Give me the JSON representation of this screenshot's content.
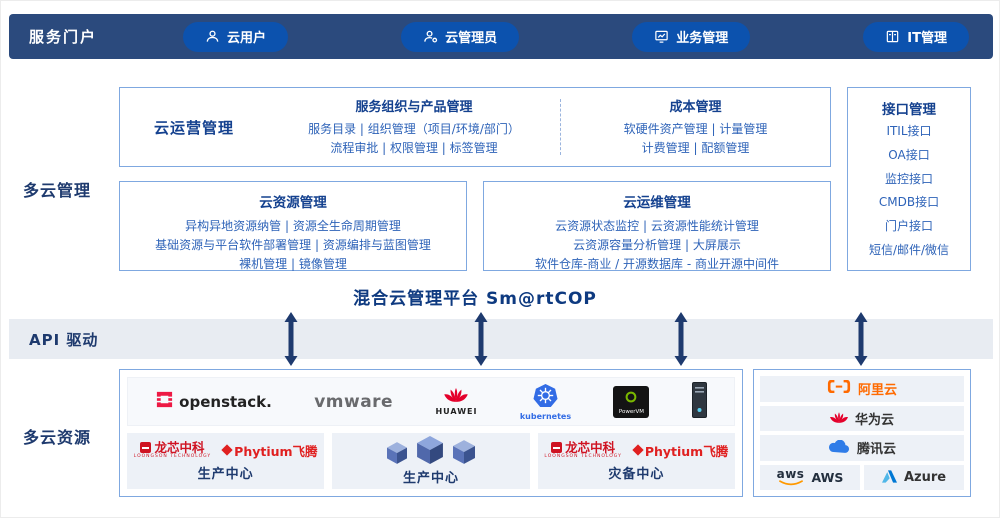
{
  "portal": {
    "label": "服务门户",
    "buttons": [
      {
        "label": "云用户",
        "icon": "user-icon"
      },
      {
        "label": "云管理员",
        "icon": "admin-user-icon"
      },
      {
        "label": "业务管理",
        "icon": "business-monitor-icon"
      },
      {
        "label": "IT管理",
        "icon": "it-book-icon"
      }
    ]
  },
  "mgmt": {
    "label": "多云管理",
    "operations": {
      "title": "云运营管理",
      "service_section": {
        "title": "服务组织与产品管理",
        "lines": [
          "服务目录 | 组织管理（项目/环境/部门）",
          "流程审批 | 权限管理 | 标签管理"
        ]
      },
      "cost_section": {
        "title": "成本管理",
        "lines": [
          "软硬件资产管理 | 计量管理",
          "计费管理 | 配额管理"
        ]
      }
    },
    "resource": {
      "title": "云资源管理",
      "lines": [
        "异构异地资源纳管 | 资源全生命周期管理",
        "基础资源与平台软件部署管理 | 资源编排与蓝图管理",
        "裸机管理 | 镜像管理"
      ]
    },
    "ops": {
      "title": "云运维管理",
      "lines": [
        "云资源状态监控 | 云资源性能统计管理",
        "云资源容量分析管理 | 大屏展示",
        "软件仓库-商业 / 开源数据库 - 商业开源中间件"
      ]
    },
    "interface": {
      "title": "接口管理",
      "items": [
        "ITIL接口",
        "OA接口",
        "监控接口",
        "CMDB接口",
        "门户接口",
        "短信/邮件/微信"
      ]
    },
    "platform_title": "混合云管理平台 Sm@rtCOP"
  },
  "api": {
    "label": "API 驱动"
  },
  "resources": {
    "label": "多云资源",
    "tech": {
      "openstack": "openstack.",
      "vmware": "vmware",
      "huawei": "HUAWEI",
      "kubernetes": "kubernetes",
      "powervm": "PowerVM"
    },
    "vendors": {
      "loongson": "龙芯中科",
      "loongson_sub": "LOONGSON TECHNOLOGY",
      "phytium": "Phytium飞腾"
    },
    "datacenters": [
      {
        "label": "生产中心"
      },
      {
        "label": "生产中心"
      },
      {
        "label": "灾备中心"
      }
    ],
    "clouds": {
      "aliyun": "阿里云",
      "huawei": "华为云",
      "tencent": "腾讯云",
      "aws_logo": "aws",
      "aws": "AWS",
      "azure": "Azure"
    }
  },
  "colors": {
    "band_navy": "#2b4a7d",
    "pill_blue": "#0c52ae",
    "box_border": "#7fa8e0",
    "title_blue": "#14418f",
    "text_blue": "#2e63b8",
    "arrow_navy": "#1e3a6e",
    "api_band_bg": "#e8ecf2"
  }
}
